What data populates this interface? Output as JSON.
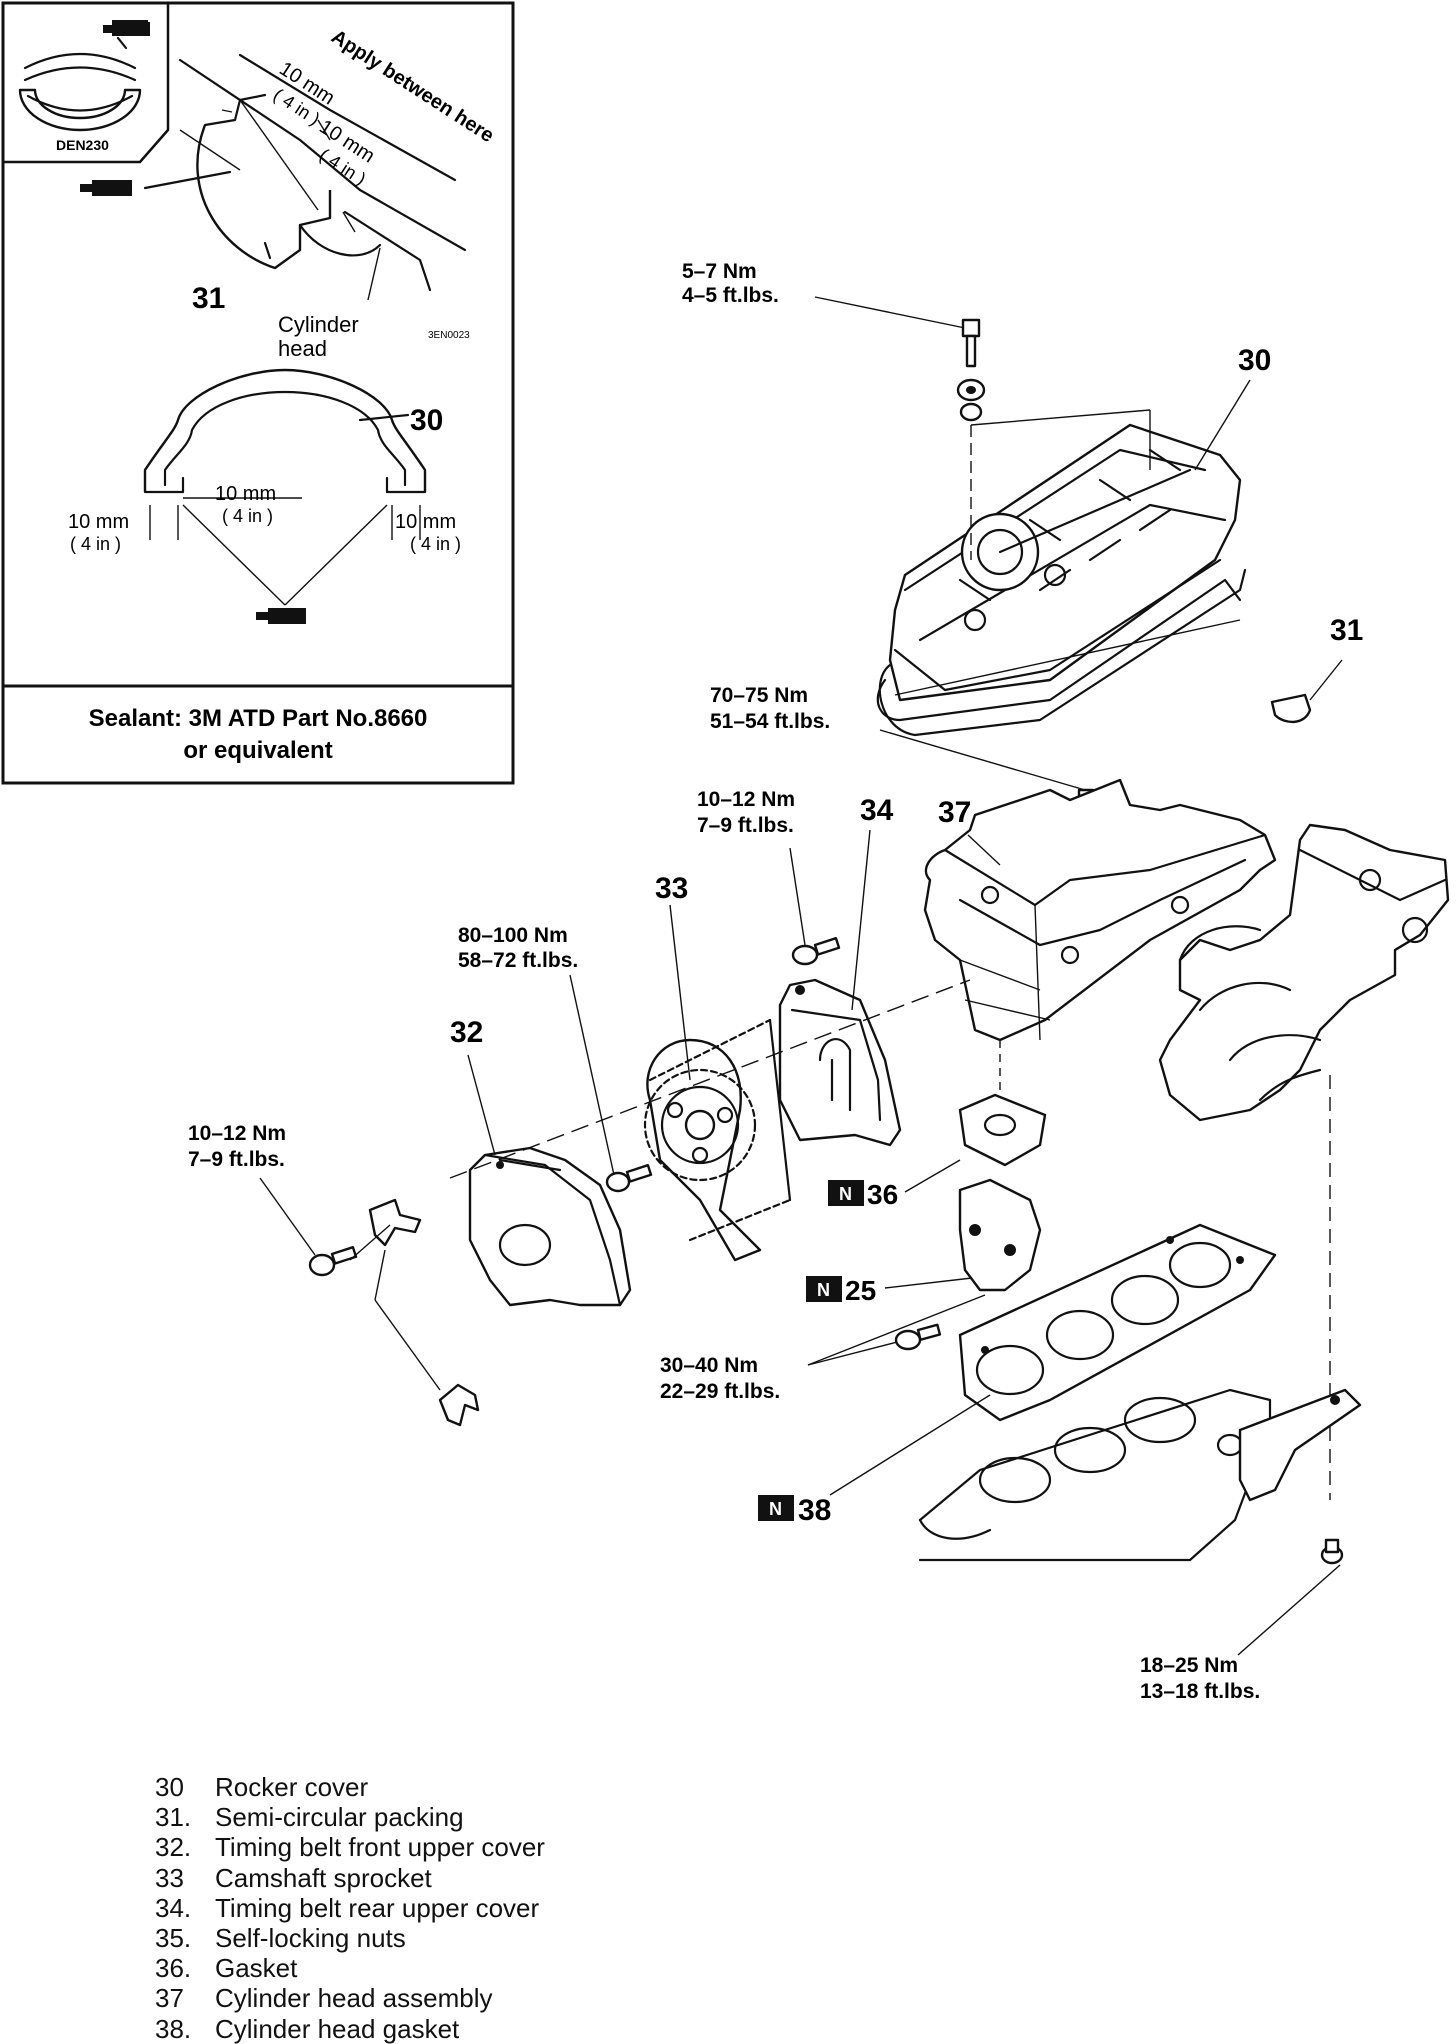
{
  "inset": {
    "ref_code_top": "DEN230",
    "apply_note": "Apply between here",
    "dim_left_mm": "10 mm",
    "dim_left_in": "( 4 in )",
    "dim_right_mm": "10 mm",
    "dim_right_in": "( 4 in )",
    "part_31": "31",
    "cyl_head_line1": "Cylinder",
    "cyl_head_line2": "head",
    "ref_code_bottom": "3EN0023",
    "part_30": "30",
    "arch_mid_mm": "10 mm",
    "arch_mid_in": "( 4 in )",
    "arch_left_mm": "10 mm",
    "arch_left_in": "( 4 in )",
    "arch_right_mm": "10 mm",
    "arch_right_in": "( 4 in )",
    "sealant_line1": "Sealant: 3M ATD Part No.8660",
    "sealant_line2": "or equivalent"
  },
  "torques": {
    "t_rocker_bolt": [
      "5–7 Nm",
      "4–5 ft.lbs."
    ],
    "t_head_bolt": [
      "70–75 Nm",
      "51–54 ft.lbs."
    ],
    "t_rear_cover": [
      "10–12 Nm",
      "7–9 ft.lbs."
    ],
    "t_sprocket": [
      "80–100 Nm",
      "58–72 ft.lbs."
    ],
    "t_front_cover": [
      "10–12 Nm",
      "7–9 ft.lbs."
    ],
    "t_nuts": [
      "30–40 Nm",
      "22–29 ft.lbs."
    ],
    "t_bracket": [
      "18–25 Nm",
      "13–18 ft.lbs."
    ]
  },
  "callouts": {
    "c30": "30",
    "c31": "31",
    "c32": "32",
    "c33": "33",
    "c34": "34",
    "c37": "37",
    "c36": "36",
    "c25": "25",
    "c38": "38",
    "new_badge": "N"
  },
  "legend": [
    {
      "num": "30",
      "text": "Rocker cover"
    },
    {
      "num": "31.",
      "text": "Semi-circular packing"
    },
    {
      "num": "32.",
      "text": "Timing belt front upper cover"
    },
    {
      "num": "33",
      "text": "Camshaft sprocket"
    },
    {
      "num": "34.",
      "text": "Timing belt rear upper cover"
    },
    {
      "num": "35.",
      "text": "Self-locking nuts"
    },
    {
      "num": "36.",
      "text": "Gasket"
    },
    {
      "num": "37",
      "text": "Cylinder head assembly"
    },
    {
      "num": "38.",
      "text": "Cylinder head gasket"
    }
  ]
}
